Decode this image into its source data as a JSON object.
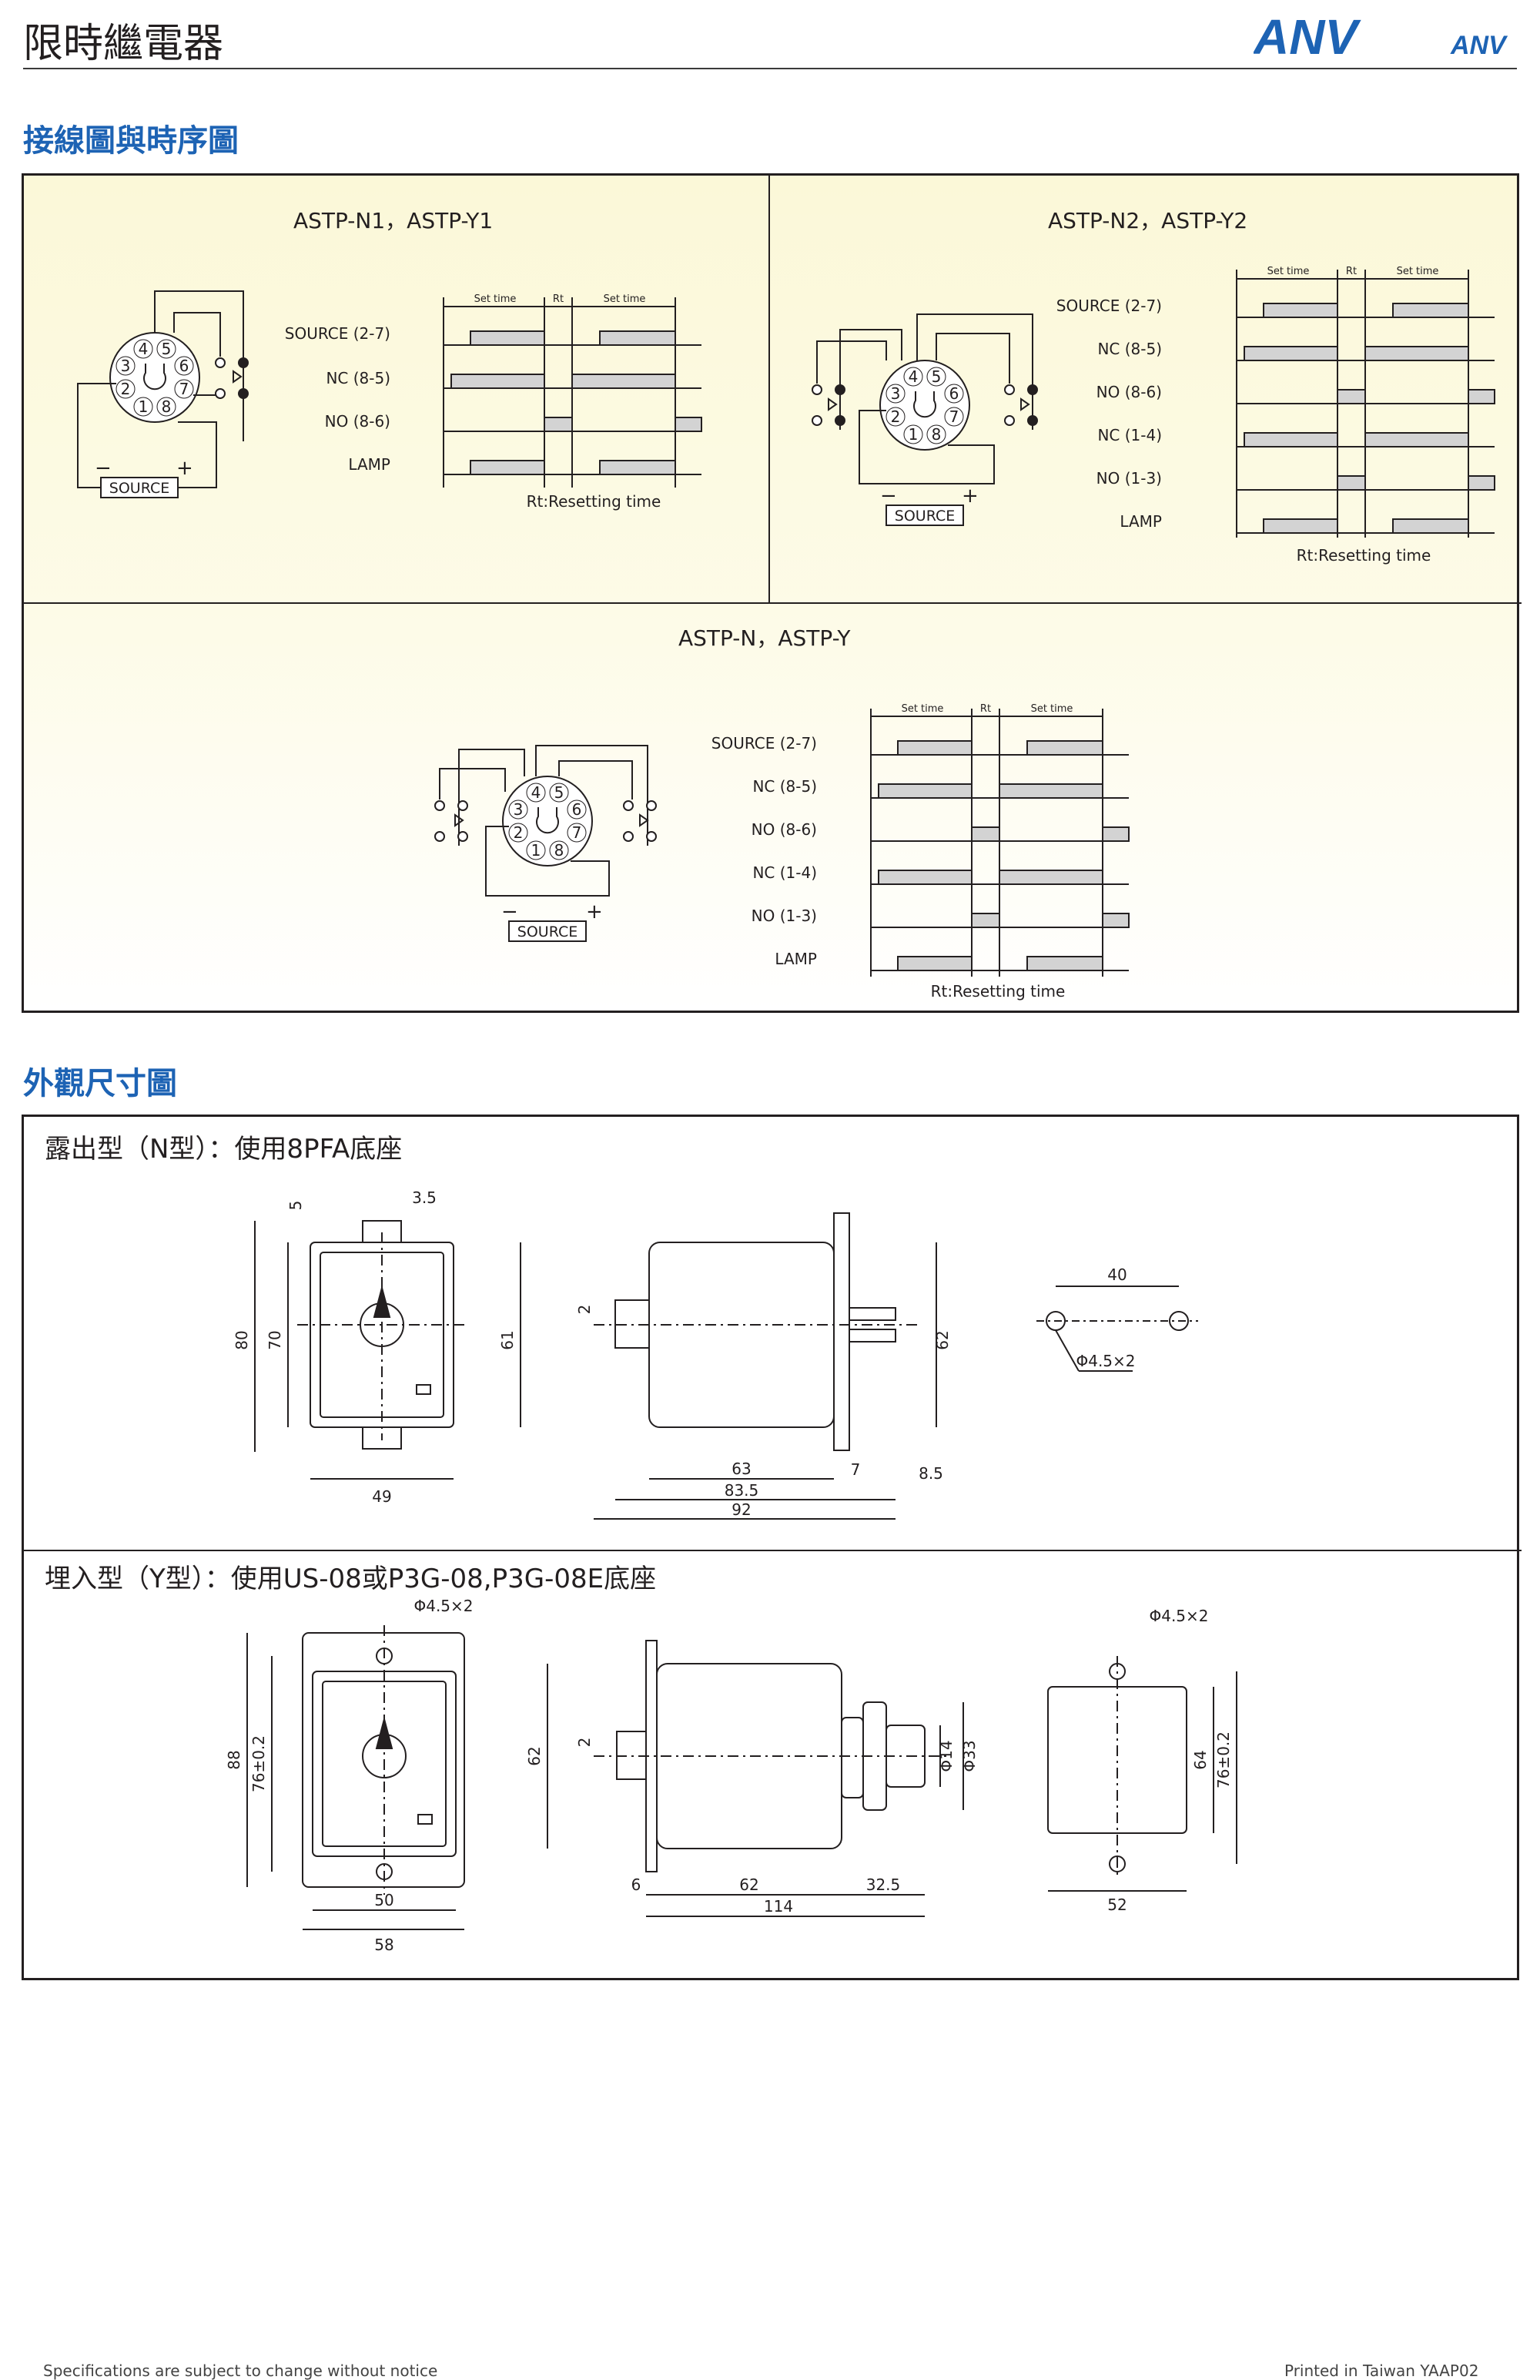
{
  "header": {
    "title": "限時繼電器",
    "logo_main": "ANV",
    "logo_small": "ANV",
    "brand_color": "#1d63b4"
  },
  "section_wiring": {
    "heading": "接線圖與時序圖",
    "panels": [
      {
        "title": "ASTP-N1，ASTP-Y1",
        "signals": [
          "SOURCE (2-7)",
          "NC (8-5)",
          "NO (8-6)",
          "LAMP"
        ],
        "timing_labels": [
          "Set time",
          "Rt",
          "Set time"
        ],
        "footnote": "Rt:Resetting time",
        "socket_pins": [
          "4",
          "5",
          "3",
          "6",
          "2",
          "7",
          "1",
          "8"
        ],
        "source_label": "SOURCE",
        "minus": "−",
        "plus": "+"
      },
      {
        "title": "ASTP-N2，ASTP-Y2",
        "signals": [
          "SOURCE (2-7)",
          "NC (8-5)",
          "NO (8-6)",
          "NC (1-4)",
          "NO (1-3)",
          "LAMP"
        ],
        "timing_labels": [
          "Set time",
          "Rt",
          "Set time"
        ],
        "footnote": "Rt:Resetting time",
        "socket_pins": [
          "4",
          "5",
          "3",
          "6",
          "2",
          "7",
          "1",
          "8"
        ],
        "source_label": "SOURCE",
        "minus": "−",
        "plus": "+"
      },
      {
        "title": "ASTP-N，ASTP-Y",
        "signals": [
          "SOURCE (2-7)",
          "NC (8-5)",
          "NO (8-6)",
          "NC (1-4)",
          "NO (1-3)",
          "LAMP"
        ],
        "timing_labels": [
          "Set time",
          "Rt",
          "Set time"
        ],
        "footnote": "Rt:Resetting time",
        "socket_pins": [
          "4",
          "5",
          "3",
          "6",
          "2",
          "7",
          "1",
          "8"
        ],
        "source_label": "SOURCE",
        "minus": "−",
        "plus": "+"
      }
    ]
  },
  "section_dims": {
    "heading": "外觀尺寸圖",
    "n_type": {
      "caption": "露出型（N型）：使用8PFA底座",
      "front": {
        "d80": "80",
        "d70": "70",
        "d5": "5",
        "d35": "3.5",
        "d49": "49"
      },
      "side": {
        "d61": "61",
        "d2": "2",
        "d62": "62",
        "d63": "63",
        "d7": "7",
        "d835": "83.5",
        "d92": "92",
        "d85": "8.5"
      },
      "hole": {
        "d40": "40",
        "phi": "Φ4.5×2"
      }
    },
    "y_type": {
      "caption": "埋入型（Y型）：使用US-08或P3G-08,P3G-08E底座",
      "front": {
        "phi": "Φ4.5×2",
        "d88": "88",
        "d76": "76±0.2",
        "d50": "50",
        "d58": "58"
      },
      "side": {
        "d62": "62",
        "d2": "2",
        "d6": "6",
        "d62b": "62",
        "d325": "32.5",
        "d114": "114",
        "phi14": "Φ14",
        "phi33": "Φ33"
      },
      "cutout": {
        "phi": "Φ4.5×2",
        "d64": "64",
        "d76": "76±0.2",
        "d52": "52"
      }
    }
  },
  "footer": {
    "left": "Specifications are subject to change without notice",
    "right": "Printed in Taiwan  YAAP02"
  }
}
